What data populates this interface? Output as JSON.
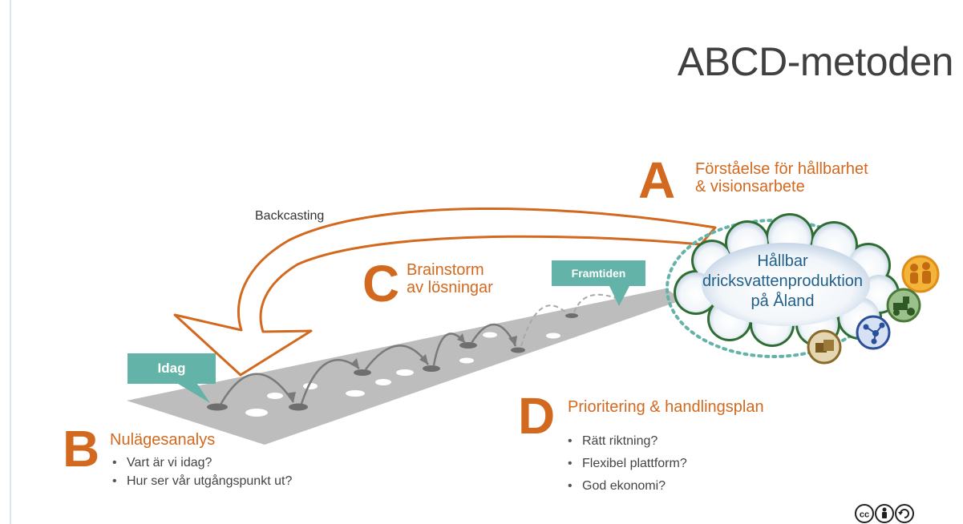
{
  "title": "ABCD-metoden",
  "colors": {
    "accent": "#d2691e",
    "teal": "#63b3a9",
    "road": "#bdbdbd",
    "cloud_text": "#1f5f8b"
  },
  "A": {
    "letter": "A",
    "line1": "Förståelse för hållbarhet",
    "line2": "& visionsarbete"
  },
  "B": {
    "letter": "B",
    "heading": "Nulägesanalys",
    "bullets": [
      "Vart är vi idag?",
      "Hur ser vår utgångspunkt ut?"
    ]
  },
  "C": {
    "letter": "C",
    "line1": "Brainstorm",
    "line2": "av lösningar"
  },
  "D": {
    "letter": "D",
    "heading": "Prioritering & handlingsplan",
    "bullets": [
      "Rätt riktning?",
      "Flexibel plattform?",
      "God ekonomi?"
    ]
  },
  "backcasting": "Backcasting",
  "callouts": {
    "today": "Idag",
    "future": "Framtiden"
  },
  "cloud": {
    "line1": "Hållbar",
    "line2": "dricksvattenproduktion",
    "line3": "på Åland"
  },
  "icons": [
    "people-icon",
    "tractor-icon",
    "network-icon",
    "money-icon"
  ],
  "license_icon": "creative-commons-by-sa-icon"
}
